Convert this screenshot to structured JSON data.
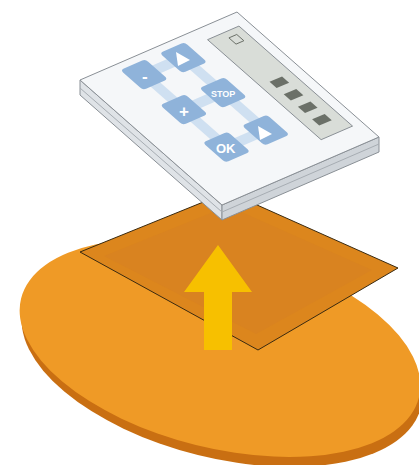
{
  "diagram": {
    "labels": [
      "STOP",
      "OK",
      "+",
      "-"
    ]
  }
}
